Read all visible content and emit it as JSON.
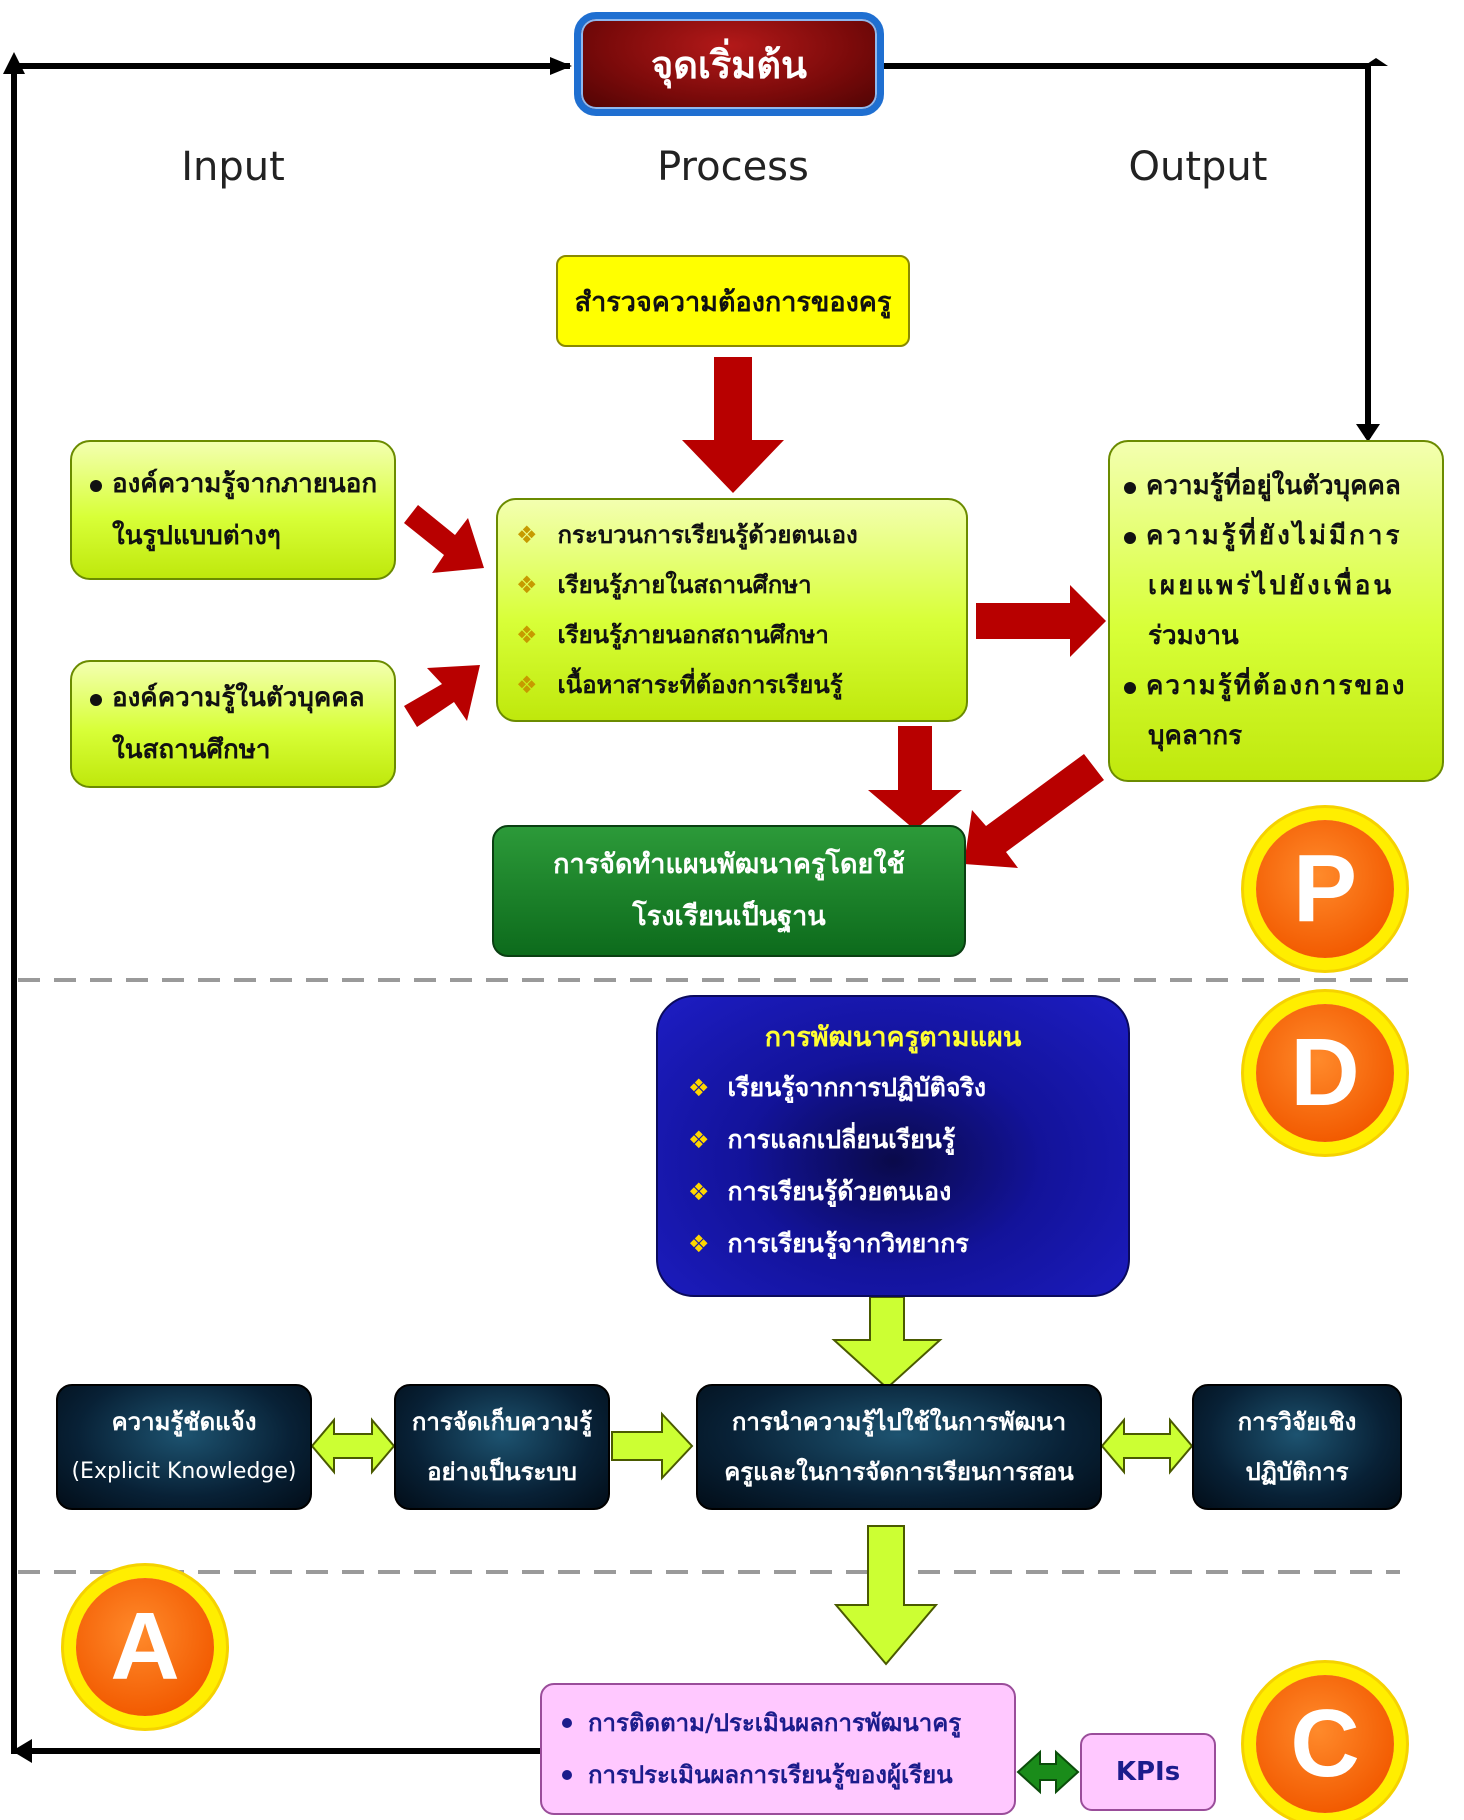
{
  "start": "จุดเริ่มต้น",
  "columns": {
    "input": "Input",
    "process": "Process",
    "output": "Output"
  },
  "survey_box": "สำรวจความต้องการของครู",
  "input_box_1": {
    "line1": "องค์ความรู้จากภายนอก",
    "line2": "ในรูปแบบต่างๆ"
  },
  "input_box_2": {
    "line1": "องค์ความรู้ในตัวบุคคล",
    "line2": "ในสถานศึกษา"
  },
  "process_items": [
    "กระบวนการเรียนรู้ด้วยตนเอง",
    "เรียนรู้ภายในสถานศึกษา",
    "เรียนรู้ภายนอกสถานศึกษา",
    "เนื้อหาสาระที่ต้องการเรียนรู้"
  ],
  "output_box": {
    "item1": "ความรู้ที่อยู่ในตัวบุคคล",
    "item2_line1": "ความรู้ที่ยังไม่มีการ",
    "item2_line2": "เผยแพร่ไปยังเพื่อน",
    "item2_line3": "ร่วมงาน",
    "item3_line1": "ความรู้ที่ต้องการของ",
    "item3_line2": "บุคลากร"
  },
  "plan_box": {
    "line1": "การจัดทำแผนพัฒนาครูโดยใช้",
    "line2": "โรงเรียนเป็นฐาน"
  },
  "pdca": {
    "p": "P",
    "d": "D",
    "a": "A",
    "c": "C"
  },
  "develop_box": {
    "title": "การพัฒนาครูตามแผน",
    "items": [
      "เรียนรู้จากการปฏิบัติจริง",
      "การแลกเปลี่ยนเรียนรู้",
      "การเรียนรู้ด้วยตนเอง",
      "การเรียนรู้จากวิทยากร"
    ]
  },
  "explicit_box": {
    "line1": "ความรู้ชัดแจ้ง",
    "line2": "(Explicit Knowledge)"
  },
  "storage_box": {
    "line1": "การจัดเก็บความรู้",
    "line2": "อย่างเป็นระบบ"
  },
  "apply_box": {
    "line1": "การนำความรู้ไปใช้ในการพัฒนา",
    "line2": "ครูและในการจัดการเรียนการสอน"
  },
  "research_box": {
    "line1": "การวิจัยเชิง",
    "line2": "ปฏิบัติการ"
  },
  "check_box": [
    "การติดตาม/ประเมินผลการพัฒนาครู",
    "การประเมินผลการเรียนรู้ของผู้เรียน"
  ],
  "kpi": "KPIs",
  "colors": {
    "arrow_red": "#b80000",
    "arrow_lime": "#ccff33",
    "arrow_green": "#1a8c1a",
    "circle_orange": "#f25a00",
    "circle_ring": "#ffee00"
  }
}
